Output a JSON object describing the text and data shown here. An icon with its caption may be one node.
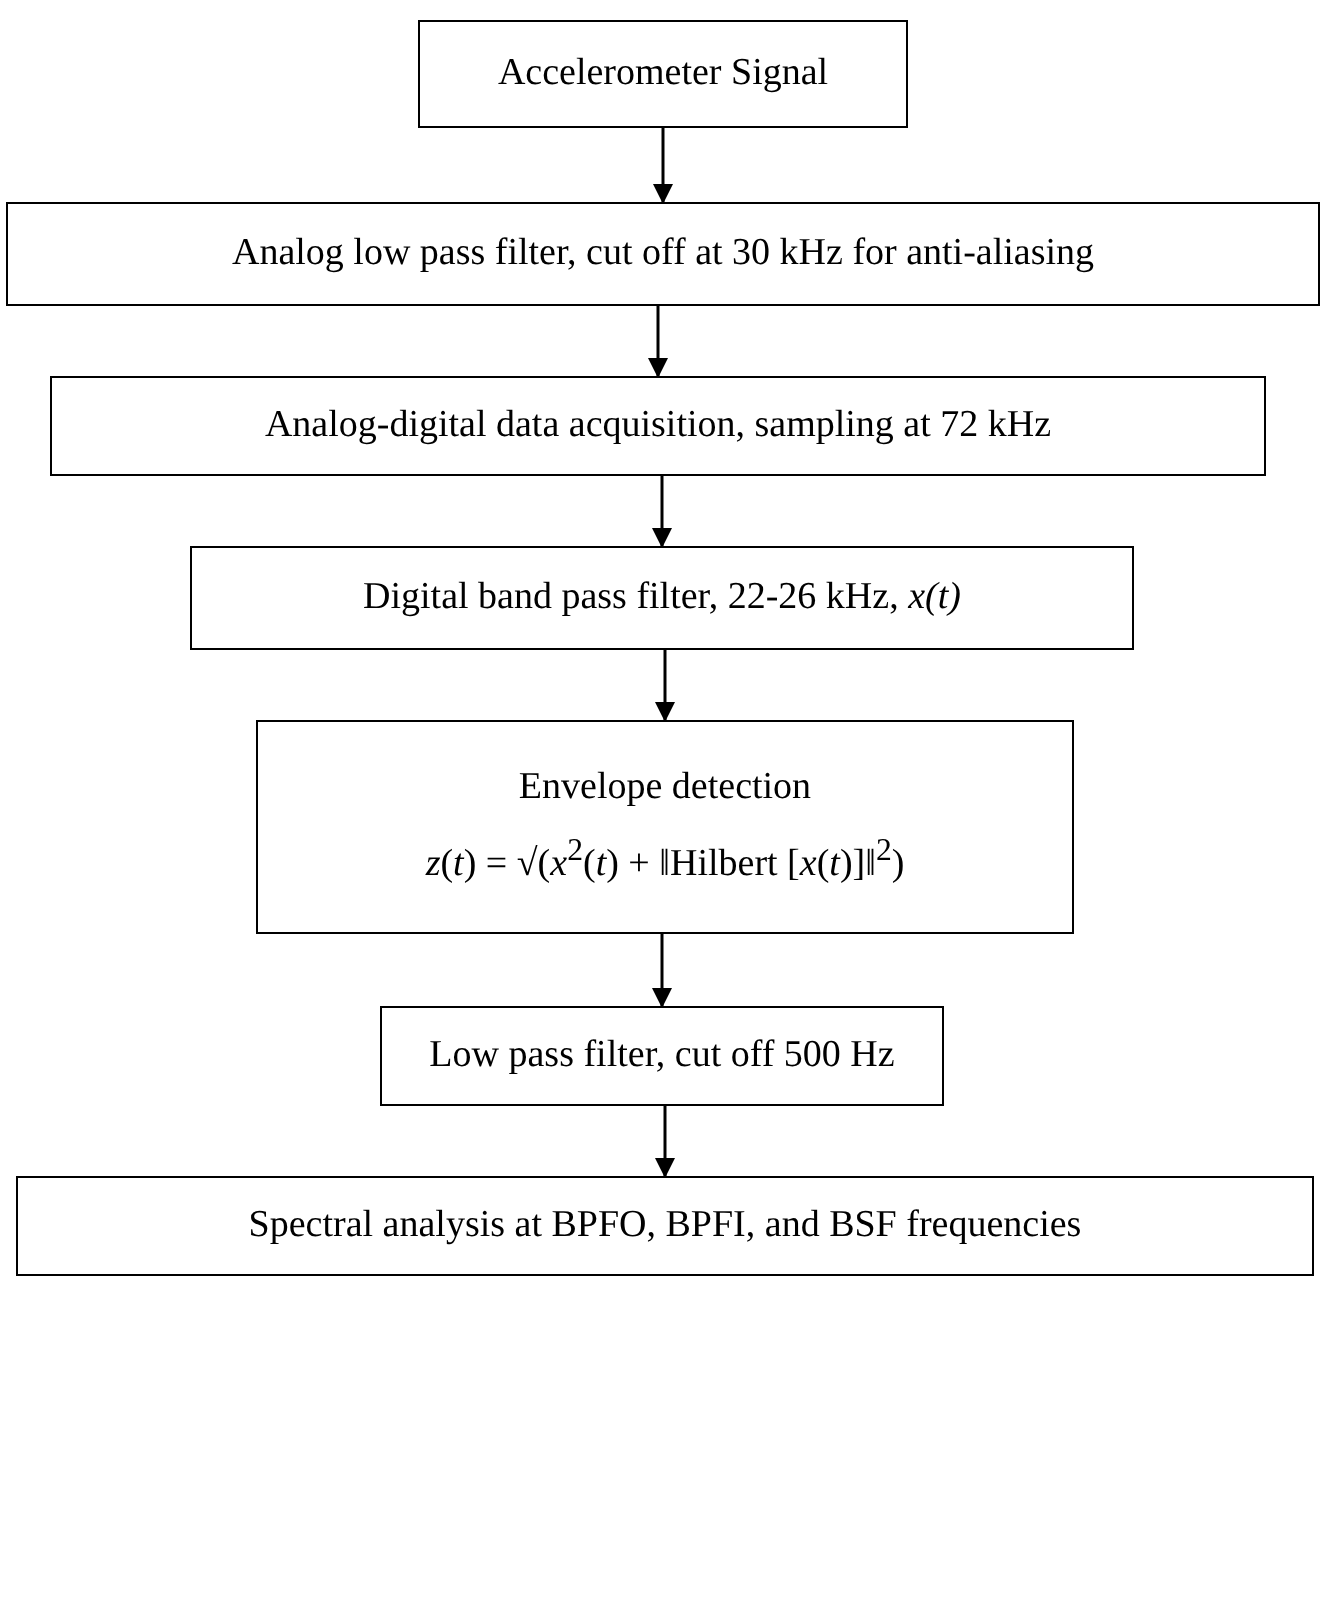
{
  "diagram": {
    "nodes": [
      {
        "text": [
          "Accelerometer Signal"
        ]
      },
      {
        "text": [
          "Analog low pass filter, cut off at 30 kHz for anti-aliasing"
        ]
      },
      {
        "text": [
          "Analog-digital data acquisition, sampling at 72 kHz"
        ]
      },
      {
        "text": [
          "Digital band pass filter, 22-26 kHz, *x(t)*"
        ]
      },
      {
        "text": [
          "Envelope detection",
          "*z*(*t*) = √(*x*$^{2}$(*t*) + ‖Hilbert [*x*(*t*)]‖$^{2}$)"
        ]
      },
      {
        "text": [
          "Low pass filter, cut off 500 Hz"
        ]
      },
      {
        "text": [
          "Spectral analysis at BPFO, BPFI, and BSF frequencies"
        ]
      }
    ],
    "edges": [
      {
        "from": 0,
        "to": 1,
        "arrow": "to"
      },
      {
        "from": 1,
        "to": 2,
        "arrow": "to"
      },
      {
        "from": 2,
        "to": 3,
        "arrow": "to"
      },
      {
        "from": 3,
        "to": 4,
        "arrow": "to"
      },
      {
        "from": 4,
        "to": 5,
        "arrow": "to"
      },
      {
        "from": 5,
        "to": 6,
        "arrow": "to"
      }
    ]
  }
}
